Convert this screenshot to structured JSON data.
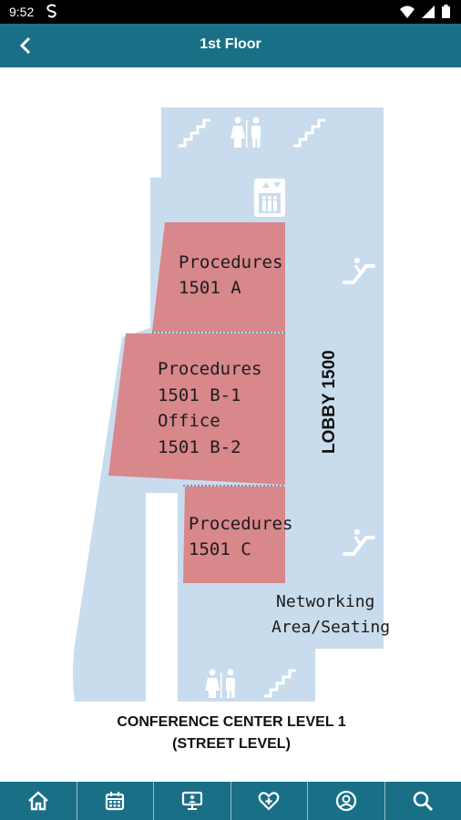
{
  "status_bar": {
    "time": "9:52",
    "icons": [
      "s-app-icon",
      "wifi-icon",
      "signal-icon",
      "battery-icon"
    ]
  },
  "app_bar": {
    "title": "1st Floor",
    "back_icon": "chevron-left-icon"
  },
  "floor_map": {
    "rooms": [
      {
        "lines": [
          "Procedures",
          "1501 A"
        ]
      },
      {
        "lines": [
          "Procedures",
          "1501 B-1",
          "Office",
          "1501 B-2"
        ]
      },
      {
        "lines": [
          "Procedures",
          "1501 C"
        ]
      }
    ],
    "lobby_label": "LOBBY 1500",
    "networking_label": [
      "Networking",
      "Area/Seating"
    ],
    "caption": [
      "CONFERENCE CENTER LEVEL 1",
      "(STREET LEVEL)"
    ],
    "colors": {
      "floor": "#c9dced",
      "room": "#d8878b",
      "nav": "#196f86"
    },
    "icons": [
      "stairs-icon",
      "restroom-icon",
      "elevator-icon",
      "escalator-icon"
    ]
  },
  "bottom_nav": {
    "items": [
      {
        "name": "home",
        "icon": "home-icon"
      },
      {
        "name": "schedule",
        "icon": "calendar-icon"
      },
      {
        "name": "exhibits",
        "icon": "presentation-icon"
      },
      {
        "name": "favorites",
        "icon": "heart-plus-icon"
      },
      {
        "name": "profile",
        "icon": "profile-icon"
      },
      {
        "name": "search",
        "icon": "search-icon"
      }
    ]
  }
}
